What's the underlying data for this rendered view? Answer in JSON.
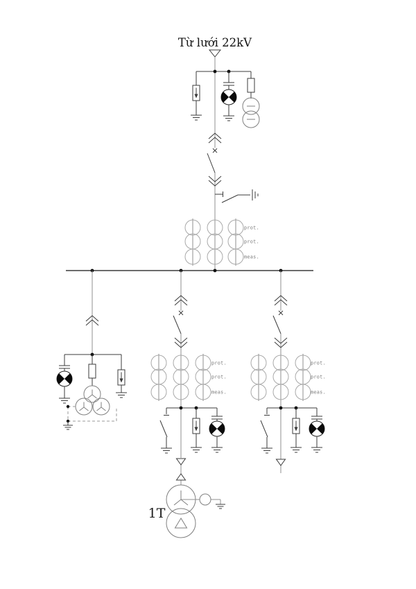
{
  "title": "Từ lưới 22kV",
  "transformer": {
    "label": "1T"
  },
  "ct_groups": [
    {
      "location": "incoming",
      "rows": [
        "prot.",
        "prot.",
        "meas."
      ]
    },
    {
      "location": "feeder-middle",
      "rows": [
        "prot.",
        "prot.",
        "meas."
      ]
    },
    {
      "location": "feeder-right",
      "rows": [
        "prot.",
        "prot.",
        "meas."
      ]
    }
  ],
  "icons": {
    "ground-icon": "triple-horizontal-bars",
    "surge-arrester-icon": "box-with-down-arrow",
    "indicator-lamp-icon": "circle-with-black-quadrants",
    "capacitor-icon": "parallel-plates",
    "fuse-icon": "empty-box",
    "withdrawable-contact-icon": "double-chevron",
    "circuit-breaker-icon": "x-and-blade",
    "earthing-switch-icon": "blade-to-ground",
    "current-transformer-icon": "circle-on-conductor",
    "voltage-transformer-icon": "overlapping-circles",
    "cable-termination-icon": "open-triangle",
    "wye-winding-icon": "y-spokes",
    "delta-winding-icon": "open-triangle"
  },
  "colors": {
    "background": "#ffffff",
    "line_dark": "#3b3b3b",
    "conductor_gray": "#8f8f8f",
    "instrument_gray": "#a9a9a9",
    "winding_gray": "#7f7f7f",
    "label_gray": "#7a7a7a",
    "lamp_black": "#0a0a0a",
    "text_black": "#141414"
  }
}
